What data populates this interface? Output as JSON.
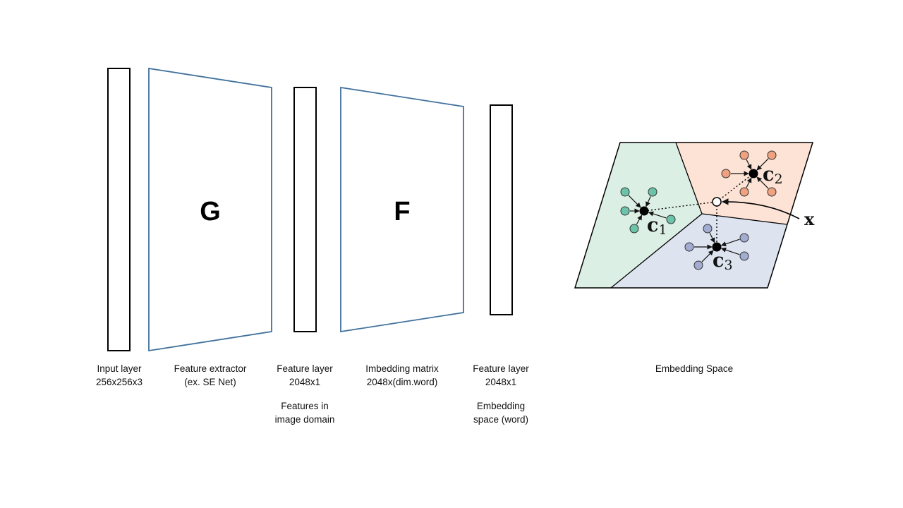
{
  "network": {
    "g_label": "G",
    "f_label": "F",
    "captions": {
      "input": [
        "Input layer",
        "256x256x3"
      ],
      "extractor": [
        "Feature extractor",
        "(ex. SE Net)"
      ],
      "feature1": [
        "Feature layer",
        "2048x1"
      ],
      "feature1_note": [
        "Features in",
        "image domain"
      ],
      "embedding_matrix": [
        "Imbedding matrix",
        "2048x(dim.word)"
      ],
      "feature2": [
        "Feature layer",
        "2048x1"
      ],
      "feature2_note": [
        "Embedding",
        "space (word)"
      ]
    }
  },
  "embedding_space": {
    "caption": "Embedding Space",
    "query_label": "x",
    "centroids": [
      {
        "base": "c",
        "sub": "1"
      },
      {
        "base": "c",
        "sub": "2"
      },
      {
        "base": "c",
        "sub": "3"
      }
    ]
  },
  "colors": {
    "outline": "#000000",
    "trapezoid": "#41719c",
    "region1_fill": "#dcefe4",
    "region2_fill": "#fce3d5",
    "region3_fill": "#dde4f0",
    "dot1": "#6cc3aa",
    "dot2": "#f0a17f",
    "dot3": "#a2acd1"
  }
}
